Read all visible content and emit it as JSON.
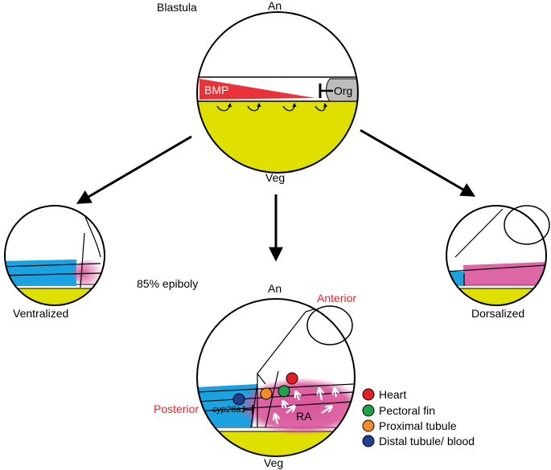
{
  "top": {
    "stage": "Blastula",
    "animal_pole": "An",
    "vegetal_pole": "Veg",
    "bmp": "BMP",
    "organizer": "Org"
  },
  "left": {
    "caption": "Ventralized"
  },
  "right": {
    "caption": "Dorsalized"
  },
  "bottom": {
    "stage": "85% epiboly",
    "animal_pole": "An",
    "vegetal_pole": "Veg",
    "anterior": "Anterior",
    "posterior": "Posterior",
    "ra": "RA",
    "gene": "cyp26a1"
  },
  "legend": [
    {
      "label": "Heart",
      "color": "#e51e25"
    },
    {
      "label": "Pectoral fin",
      "color": "#1fa347"
    },
    {
      "label": "Proximal tubule",
      "color": "#f28c28"
    },
    {
      "label": "Distal tubule/ blood",
      "color": "#1f3f93"
    }
  ],
  "colors": {
    "yolk": "#dfe000",
    "bmp": "#e8333a",
    "organizer": "#bdbdbd",
    "ventral_blue": "#1aa3e0",
    "ra_pink": "#d9569b"
  }
}
